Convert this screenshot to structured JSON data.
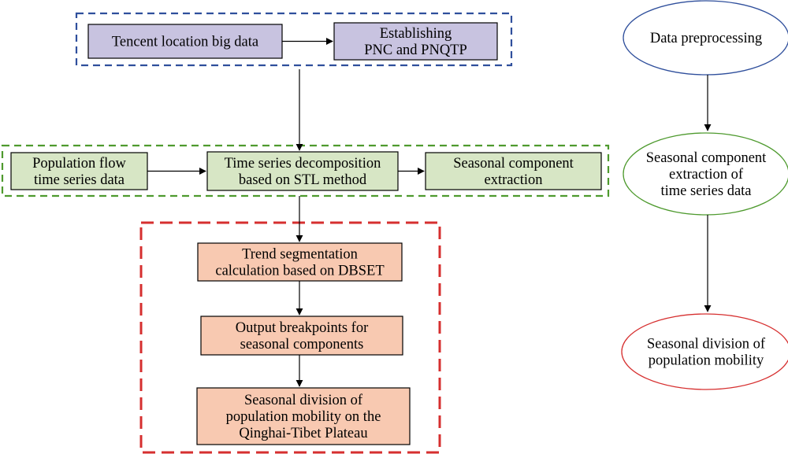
{
  "colors": {
    "blue_group": "#2f4f9c",
    "green_group": "#4e9a2e",
    "red_group": "#d62f2f",
    "box_purple": "#c8c3e0",
    "box_green": "#d7e6c5",
    "box_salmon": "#f8c9b1",
    "arrow": "#000000"
  },
  "nodes": {
    "tencent": [
      "Tencent location big data"
    ],
    "establishing": [
      "Establishing",
      "PNC and PNQTP"
    ],
    "popflow": [
      "Population flow",
      "time series data"
    ],
    "stl": [
      "Time series decomposition",
      "based on STL method"
    ],
    "seasonal_extract": [
      "Seasonal component",
      "extraction"
    ],
    "trend": [
      "Trend segmentation",
      "calculation based on DBSET"
    ],
    "breakpoints": [
      "Output breakpoints for",
      "seasonal components"
    ],
    "division_qtp": [
      "Seasonal division of",
      "population mobility on the",
      "Qinghai-Tibet Plateau"
    ]
  },
  "stages": {
    "preprocessing": [
      "Data preprocessing"
    ],
    "extraction": [
      "Seasonal component",
      "extraction of",
      "time series data"
    ],
    "division": [
      "Seasonal division of",
      "population mobility"
    ]
  }
}
